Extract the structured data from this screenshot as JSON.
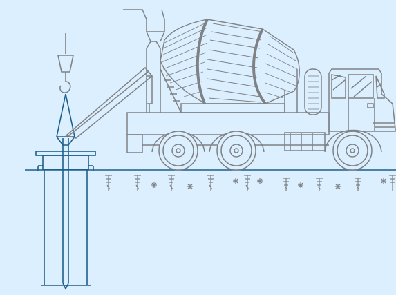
{
  "scene": {
    "background": "#dcefff",
    "colors": {
      "truck_stroke": "#7f8184",
      "ground_stroke": "#1d5f8c",
      "casing_stroke": "#1d5f8c",
      "grass_stroke": "#7f8184"
    },
    "elements": [
      "concrete-mixer-truck",
      "mixer-drum",
      "discharge-chute",
      "crane-hook",
      "tremie-pipe",
      "pile-casing",
      "ground-line",
      "grass-tufts"
    ]
  }
}
